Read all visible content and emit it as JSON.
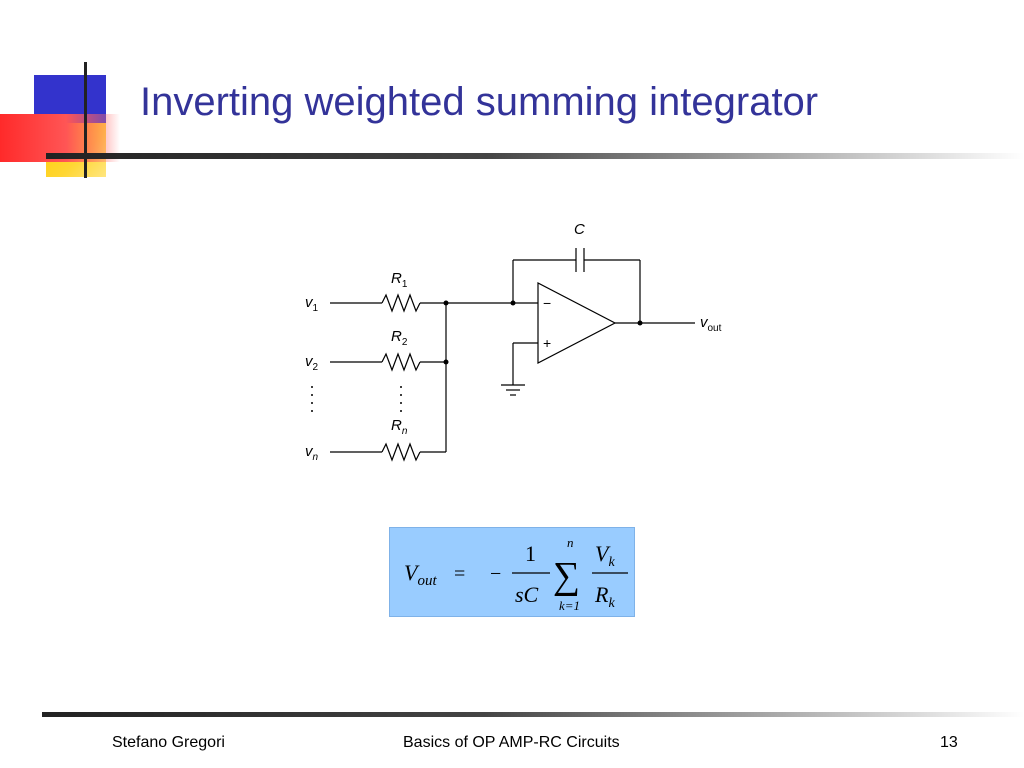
{
  "slide": {
    "title": "Inverting weighted summing integrator",
    "colors": {
      "title": "#333399",
      "decor_blue": "#3333cc",
      "decor_red": "#ff3333",
      "decor_yellow": "#ffcc00",
      "formula_bg": "#99ccff"
    }
  },
  "circuit": {
    "capacitor_label": "C",
    "resistors": [
      {
        "letter": "R",
        "subscript": "1"
      },
      {
        "letter": "R",
        "subscript": "2"
      },
      {
        "letter": "R",
        "subscript": "n"
      }
    ],
    "inputs": [
      {
        "letter": "v",
        "subscript": "1"
      },
      {
        "letter": "v",
        "subscript": "2"
      },
      {
        "letter": "v",
        "subscript": "n"
      }
    ],
    "output": {
      "letter": "v",
      "subscript": "out"
    },
    "opamp_minus": "−",
    "opamp_plus": "+"
  },
  "formula": {
    "lhs_letter": "V",
    "lhs_subscript": "out",
    "equals": "=",
    "minus": "−",
    "numerator": "1",
    "denominator": "sC",
    "sum_symbol": "∑",
    "sum_upper": "n",
    "sum_lower": "k=1",
    "term_num_letter": "V",
    "term_num_sub": "k",
    "term_den_letter": "R",
    "term_den_sub": "k"
  },
  "footer": {
    "author": "Stefano Gregori",
    "course": "Basics of OP AMP-RC Circuits",
    "page": "13"
  }
}
